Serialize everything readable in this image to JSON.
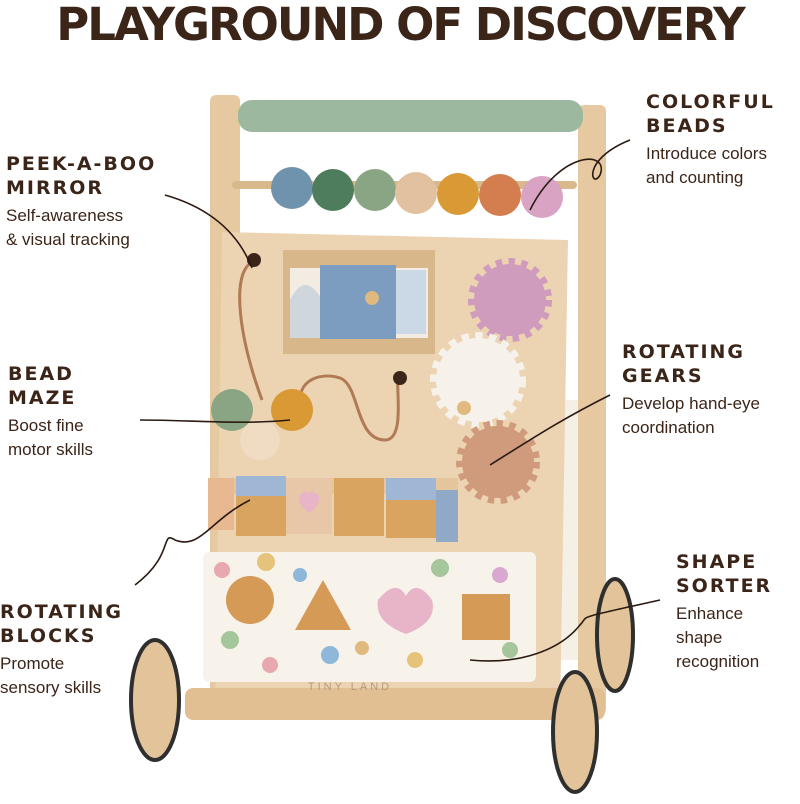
{
  "title": "PLAYGROUND OF DISCOVERY",
  "brand": "TINY LAND",
  "callouts": {
    "mirror": {
      "heading": "PEEK-A-BOO\nMIRROR",
      "description": "Self-awareness\n& visual tracking"
    },
    "beads": {
      "heading": "COLORFUL\nBEADS",
      "description": "Introduce colors\nand counting"
    },
    "maze": {
      "heading": "BEAD\nMAZE",
      "description": "Boost fine\nmotor skills"
    },
    "gears": {
      "heading": "ROTATING\nGEARS",
      "description": "Develop hand-eye\ncoordination"
    },
    "blocks": {
      "heading": "ROTATING\nBLOCKS",
      "description": "Promote\nsensory skills"
    },
    "sorter": {
      "heading": "SHAPE\nSORTER",
      "description": "Enhance\nshape\nrecognition"
    }
  },
  "colors": {
    "text": "#3b2418",
    "wood": "#ecd3b1",
    "handle": "#9cb89e",
    "beads": [
      "#6f93ad",
      "#4e7d5e",
      "#8aa584",
      "#e2c1a0",
      "#d99a35",
      "#d47e4f",
      "#d9a3c4"
    ]
  }
}
